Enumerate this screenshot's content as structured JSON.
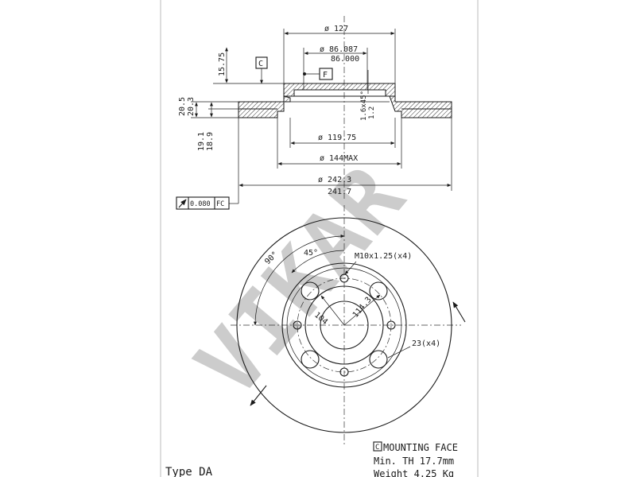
{
  "watermark": "VIKAR",
  "datum": {
    "c": "C",
    "f": "F"
  },
  "tolerance": {
    "value": "0.080",
    "ref": "FC"
  },
  "dims": {
    "d127": "ø 127",
    "d86a": "ø 86.087",
    "d86b": "86.000",
    "h1575": "15.75",
    "h205": "20.5",
    "h203": "20.3",
    "h191": "19.1",
    "h189": "18.9",
    "chamfer1": "1.6x45°",
    "chamfer2": "1.2",
    "d11975": "ø 119.75",
    "d144": "ø 144MAX",
    "d2423": "ø 242.3",
    "d2417": "241.7"
  },
  "front": {
    "a90": "90°",
    "a45": "45°",
    "thread": "M10x1.25(x4)",
    "pcd1": "104",
    "pcd2": "114.3",
    "hole": "23(x4)"
  },
  "notes": {
    "mount_letter": "C",
    "mount": "MOUNTING FACE",
    "min_th": "Min. TH 17.7mm",
    "weight": "Weight 4.25 Kg",
    "type": "Type DA"
  }
}
